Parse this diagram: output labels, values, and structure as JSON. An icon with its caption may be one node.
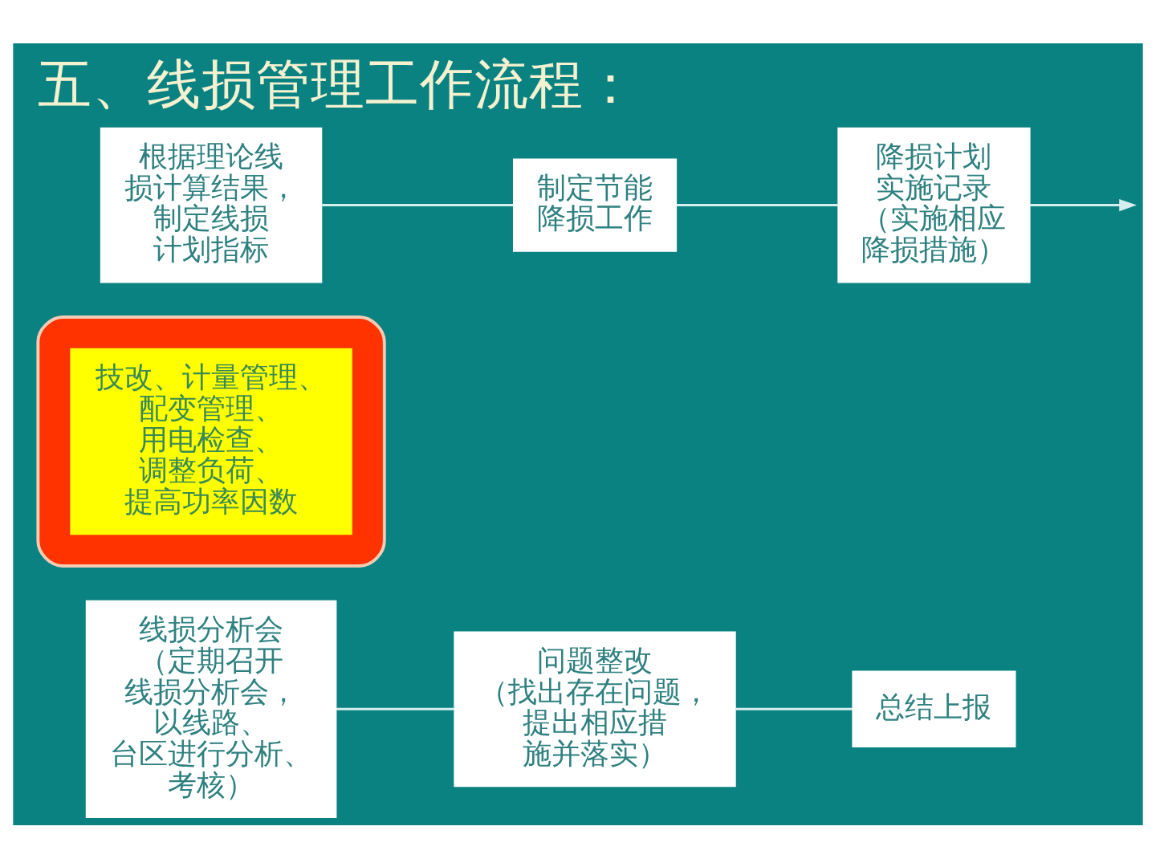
{
  "diagram": {
    "title": "五、线损管理工作流程：",
    "nodes": [
      {
        "text": [
          "根据理论线损计算结果，制定线损计划指标"
        ]
      },
      {
        "text": [
          "制定节能降损工作"
        ]
      },
      {
        "text": [
          "降损计划实施记录",
          "（实施相应降损措施）"
        ]
      },
      {
        "text": [],
        "shape": "ellipse"
      },
      {
        "text": [
          "技改、计量管理、配变管理、用电检查、调整负荷、提高功率因数"
        ],
        "in": 3
      },
      {
        "text": [
          "线损分析会",
          "（定期召开线损分析会，以线路、台区进行分析、考核）"
        ]
      },
      {
        "text": [
          "问题整改",
          "（找出存在问题，提出相应措施并落实）"
        ]
      },
      {
        "text": [
          "总结上报"
        ]
      }
    ],
    "edges": [
      {
        "from": 0,
        "to": 1,
        "arrow": "none"
      },
      {
        "from": 1,
        "to": 2,
        "arrow": "none"
      },
      {
        "from": 2,
        "to": null,
        "arrow": "to"
      },
      {
        "from": 5,
        "to": 6,
        "arrow": "none"
      },
      {
        "from": 6,
        "to": 7,
        "arrow": "none"
      }
    ]
  }
}
